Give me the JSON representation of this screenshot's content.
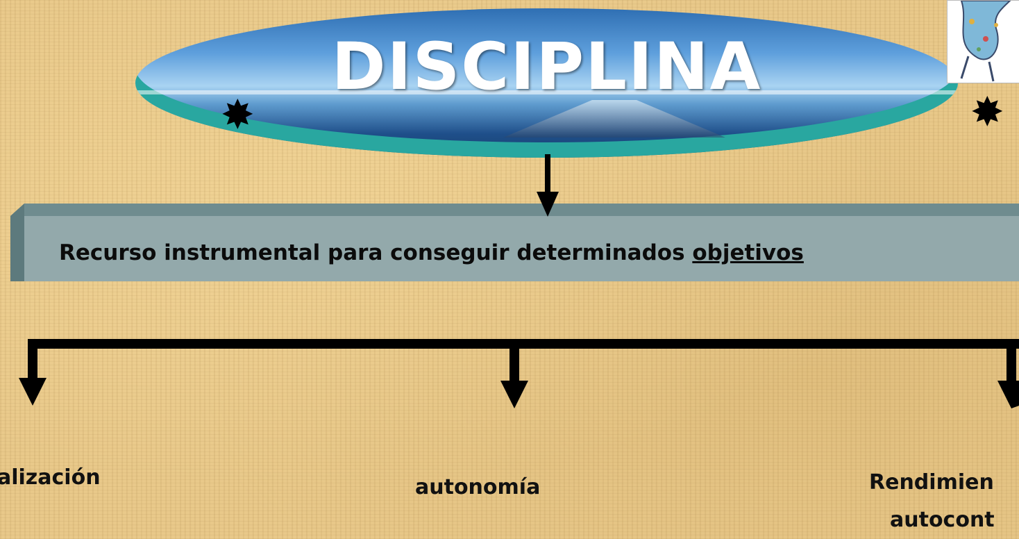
{
  "title": "DISCIPLINA",
  "ornament": "✸",
  "banner": {
    "text_before": "Recurso instrumental para conseguir determinados ",
    "text_underlined": "objetivos"
  },
  "outcomes": [
    {
      "label": "alización"
    },
    {
      "label": "autonomía"
    },
    {
      "label": "Rendimien",
      "label_line2": "autocont"
    }
  ],
  "colors": {
    "background": "#e9c98a",
    "banner_front": "#93a9ab",
    "banner_top": "#6f8c8f",
    "connector": "#000000",
    "oval_rim": "#29a7a0"
  },
  "icons": [
    "star-icon",
    "clipart-image"
  ]
}
